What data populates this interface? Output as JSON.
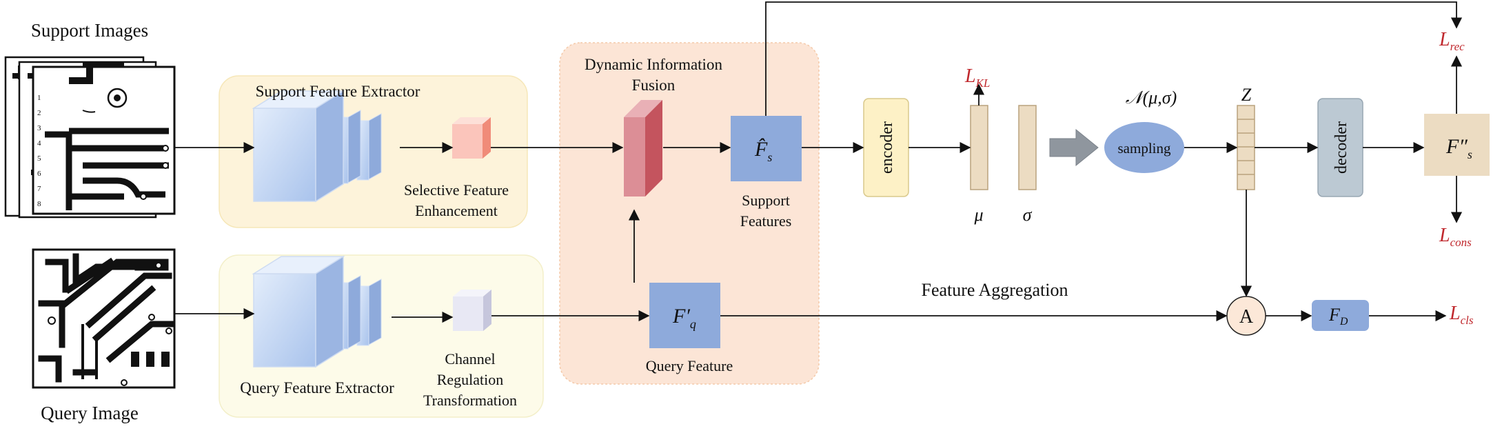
{
  "inputs": {
    "support_title": "Support Images",
    "query_title": "Query Image"
  },
  "modules": {
    "support_extractor": "Support Feature Extractor",
    "selective_line1": "Selective Feature",
    "selective_line2": "Enhancement",
    "query_extractor": "Query Feature Extractor",
    "channel_line1": "Channel",
    "channel_line2": "Regulation",
    "channel_line3": "Transformation",
    "fusion_line1": "Dynamic Information",
    "fusion_line2": "Fusion",
    "support_features_line1": "Support",
    "support_features_line2": "Features",
    "query_feature": "Query Feature",
    "feature_aggregation": "Feature Aggregation",
    "encoder": "encoder",
    "decoder": "decoder",
    "sampling": "sampling"
  },
  "symbols": {
    "f_s_hat": "F̂",
    "f_s_hat_sub": "s",
    "f_q_prime": "F′",
    "f_q_prime_sub": "q",
    "mu": "μ",
    "sigma": "σ",
    "normal": "𝒩(μ,σ)",
    "z": "Z",
    "aggregate": "A",
    "f_d": "F",
    "f_d_sub": "D",
    "f_s_dprime": "F″",
    "f_s_dprime_sub": "s"
  },
  "losses": {
    "kl": "L",
    "kl_sub": "KL",
    "rec": "L",
    "rec_sub": "rec",
    "cons": "L",
    "cons_sub": "cons",
    "cls": "L",
    "cls_sub": "cls"
  },
  "colors": {
    "support_panel": "#fdf3da",
    "query_panel": "#fdfbe9",
    "fusion_panel": "#fce5d6",
    "feature_block": "#8eaadb",
    "encoder_fill": "#fdf1c6",
    "decoder_fill": "#bcc9d3",
    "latent_bar": "#ecdcc2",
    "loss_red": "#c0282d"
  }
}
